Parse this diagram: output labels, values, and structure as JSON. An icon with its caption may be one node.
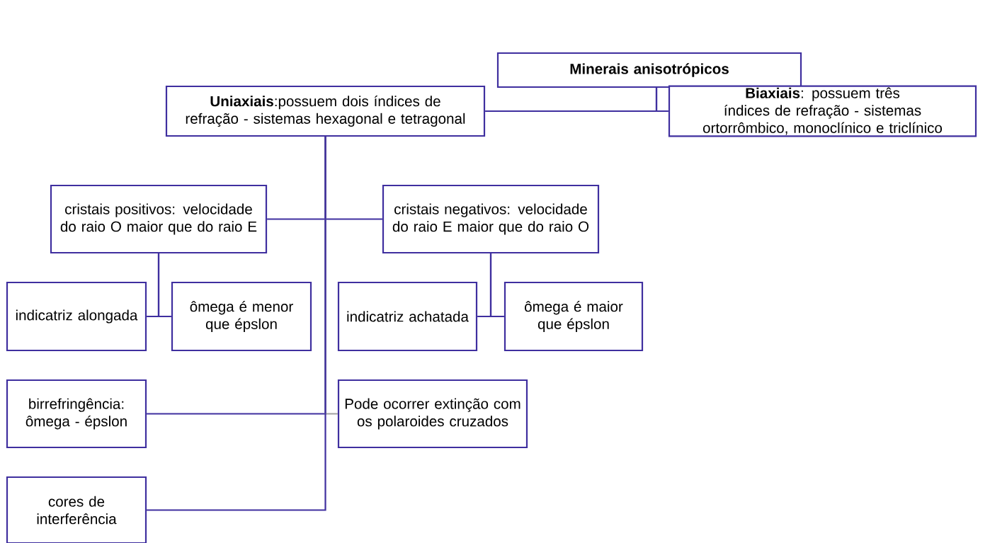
{
  "diagram": {
    "nodes": [
      {
        "text": [
          "Minerais anisotrópicos"
        ]
      },
      {
        "text": [
          "**Uniaxiais**:possuem dois índices de refração - sistemas hexagonal e tetragonal"
        ]
      },
      {
        "text": [
          "**Biaxiais**: possuem três índices de refração - sistemas ortorrômbico, monoclínico e triclínico"
        ]
      },
      {
        "text": [
          "cristais positivos: velocidade do raio O maior que do raio E"
        ]
      },
      {
        "text": [
          "cristais negativos: velocidade do raio E maior que do raio O"
        ]
      },
      {
        "text": [
          "indicatriz alongada"
        ]
      },
      {
        "text": [
          "ômega é menor que épslon"
        ]
      },
      {
        "text": [
          "indicatriz achatada"
        ]
      },
      {
        "text": [
          "ômega é maior que épslon"
        ]
      },
      {
        "text": [
          "birrefringência: ômega - épslon"
        ]
      },
      {
        "text": [
          "Pode ocorrer extinção com os polaroides cruzados"
        ]
      },
      {
        "text": [
          "cores de interferência"
        ]
      }
    ],
    "edges": [
      {
        "from": 0,
        "to": 1,
        "arrow": "none"
      },
      {
        "from": 0,
        "to": 2,
        "arrow": "none"
      },
      {
        "from": 1,
        "to": 3,
        "arrow": "none"
      },
      {
        "from": 1,
        "to": 4,
        "arrow": "none"
      },
      {
        "from": 3,
        "to": 5,
        "arrow": "none"
      },
      {
        "from": 3,
        "to": 6,
        "arrow": "none"
      },
      {
        "from": 4,
        "to": 7,
        "arrow": "none"
      },
      {
        "from": 4,
        "to": 8,
        "arrow": "none"
      },
      {
        "from": 1,
        "to": 9,
        "arrow": "none"
      },
      {
        "from": 1,
        "to": 10,
        "arrow": "none",
        "color": "#a0a0a0"
      },
      {
        "from": 1,
        "to": 11,
        "arrow": "none"
      }
    ]
  }
}
